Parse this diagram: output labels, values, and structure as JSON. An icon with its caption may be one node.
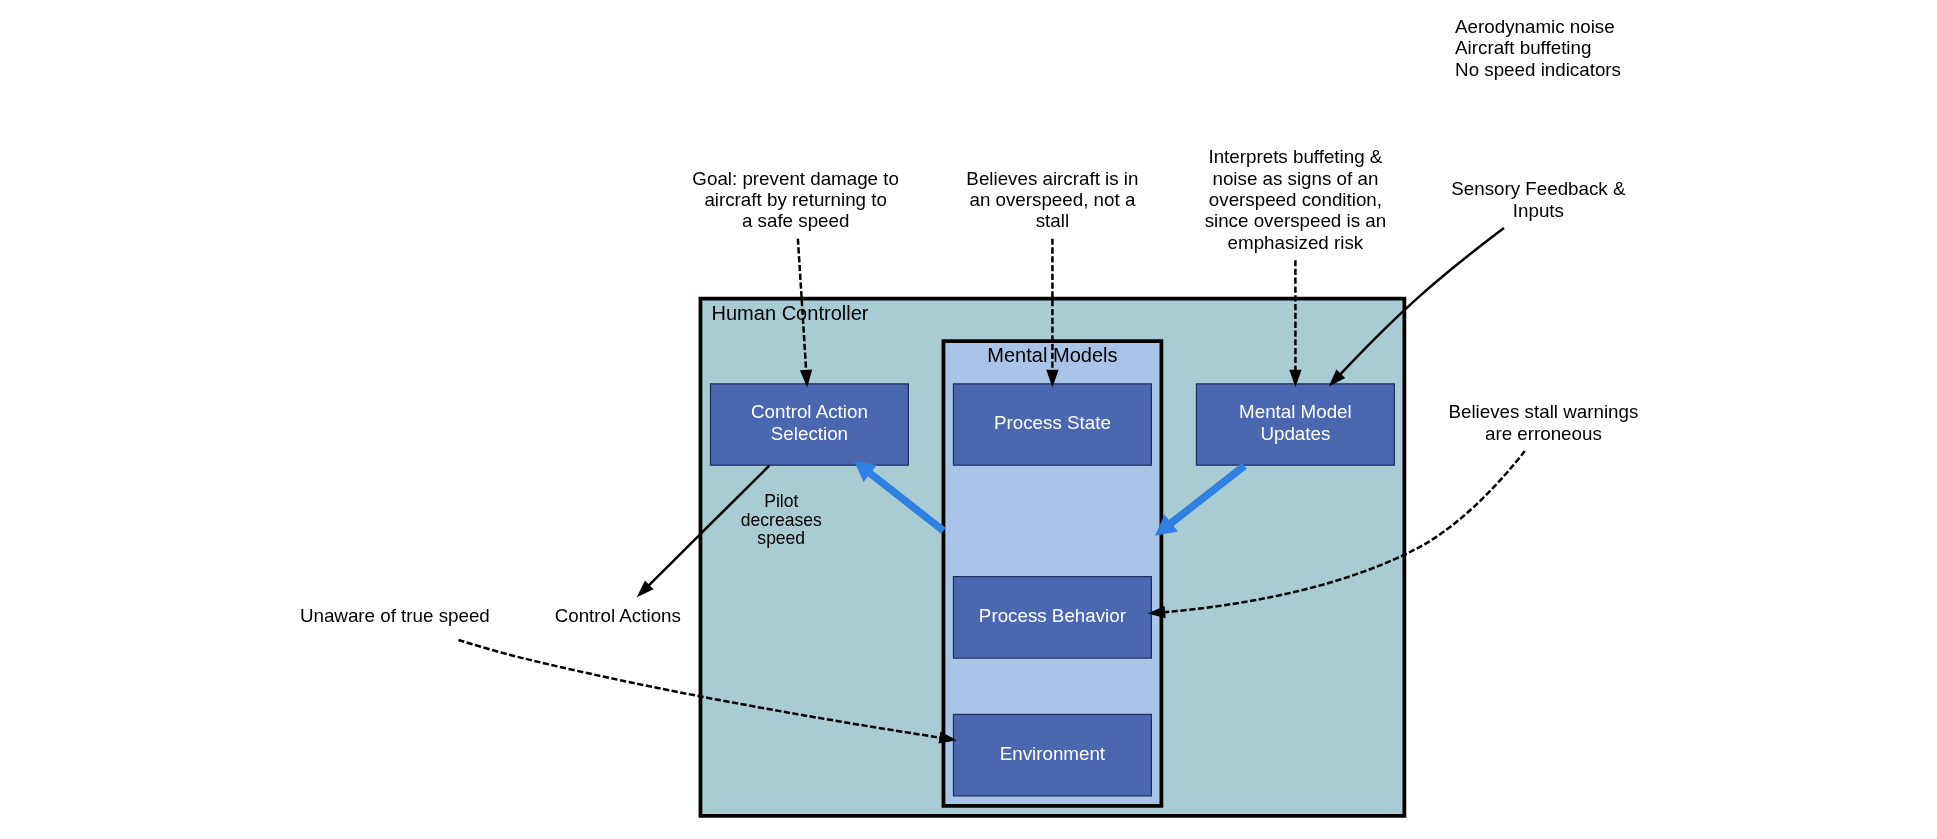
{
  "diagram": {
    "nodes": [
      {
        "text": [
          "Human Controller"
        ]
      },
      {
        "text": [
          "Mental Models"
        ],
        "in": 0
      },
      {
        "text": [
          "Process State"
        ],
        "in": 1
      },
      {
        "text": [
          "Process Behavior"
        ],
        "in": 1
      },
      {
        "text": [
          "Environment"
        ],
        "in": 1
      },
      {
        "text": [
          "Control Action Selection"
        ],
        "in": 0
      },
      {
        "text": [
          "Mental Model Updates"
        ],
        "in": 0
      },
      {
        "text": [
          "Goal: prevent damage to aircraft by returning to a safe speed"
        ]
      },
      {
        "text": [
          "Believes aircraft is in an overspeed, not a stall"
        ]
      },
      {
        "text": [
          "Believes stall warnings are erroneous"
        ]
      },
      {
        "text": [
          "Unaware of true speed"
        ]
      },
      {
        "text": [
          "Interprets buffeting & noise as signs of an overspeed condition, since overspeed is an emphasized risk"
        ]
      },
      {
        "text": [
          "Control Actions"
        ]
      },
      {
        "text": [
          "Sensory Feedback & Inputs"
        ]
      }
    ],
    "edges": [
      {
        "from": 7,
        "to": 5,
        "arrow": "to",
        "style": "dashed"
      },
      {
        "from": 8,
        "to": 2,
        "arrow": "to",
        "style": "dashed"
      },
      {
        "from": 9,
        "to": 3,
        "arrow": "to",
        "style": "dashed"
      },
      {
        "from": 10,
        "to": 4,
        "arrow": "to",
        "style": "dashed"
      },
      {
        "from": 11,
        "to": 6,
        "arrow": "to",
        "style": "dashed"
      },
      {
        "from": 1,
        "to": 5,
        "arrow": "to",
        "style": "thick",
        "color": "#2f80e0"
      },
      {
        "from": 6,
        "to": 1,
        "arrow": "to",
        "style": "thick",
        "color": "#2f80e0"
      },
      {
        "from": 5,
        "to": 12,
        "arrow": "to",
        "label": "Pilot decreases speed"
      },
      {
        "from": 13,
        "to": 6,
        "arrow": "to"
      }
    ],
    "labels": [
      "Aerodynamic noise",
      "Aircraft buffeting",
      "No speed indicators"
    ]
  }
}
